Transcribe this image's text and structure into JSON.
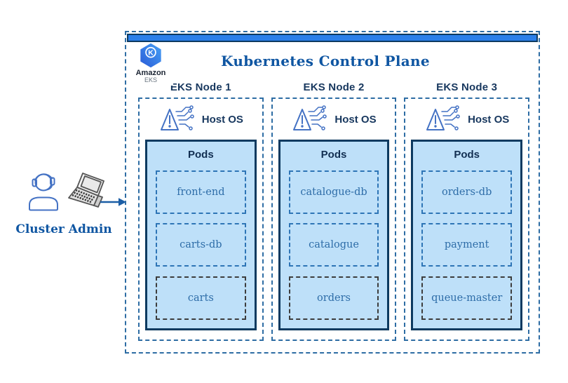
{
  "title": "Kubernetes Control Plane",
  "logo": {
    "brand": "Amazon",
    "product": "EKS",
    "monogram": "K"
  },
  "admin": {
    "label": "Cluster Admin"
  },
  "nodes": [
    {
      "label": "EKS Node 1",
      "host": "Host OS",
      "pods_title": "Pods",
      "pods": [
        "front-end",
        "carts-db",
        "carts"
      ]
    },
    {
      "label": "EKS Node 2",
      "host": "Host OS",
      "pods_title": "Pods",
      "pods": [
        "catalogue-db",
        "catalogue",
        "orders"
      ]
    },
    {
      "label": "EKS Node 3",
      "host": "Host OS",
      "pods_title": "Pods",
      "pods": [
        "orders-db",
        "payment",
        "queue-master"
      ]
    }
  ],
  "colors": {
    "dash-blue": "#2E6DA4",
    "navy": "#0D3A60",
    "bar-blue": "#2B7FE9",
    "panel-fill": "#BEE0F9",
    "title-blue": "#0F56A2",
    "label-navy": "#17375E",
    "pod-text": "#2E6DA8",
    "pod-dash": "#2E75B6",
    "pod-dash-dark": "#3D3D3D",
    "icon-blue": "#4472C4",
    "laptop-gray": "#555555"
  }
}
